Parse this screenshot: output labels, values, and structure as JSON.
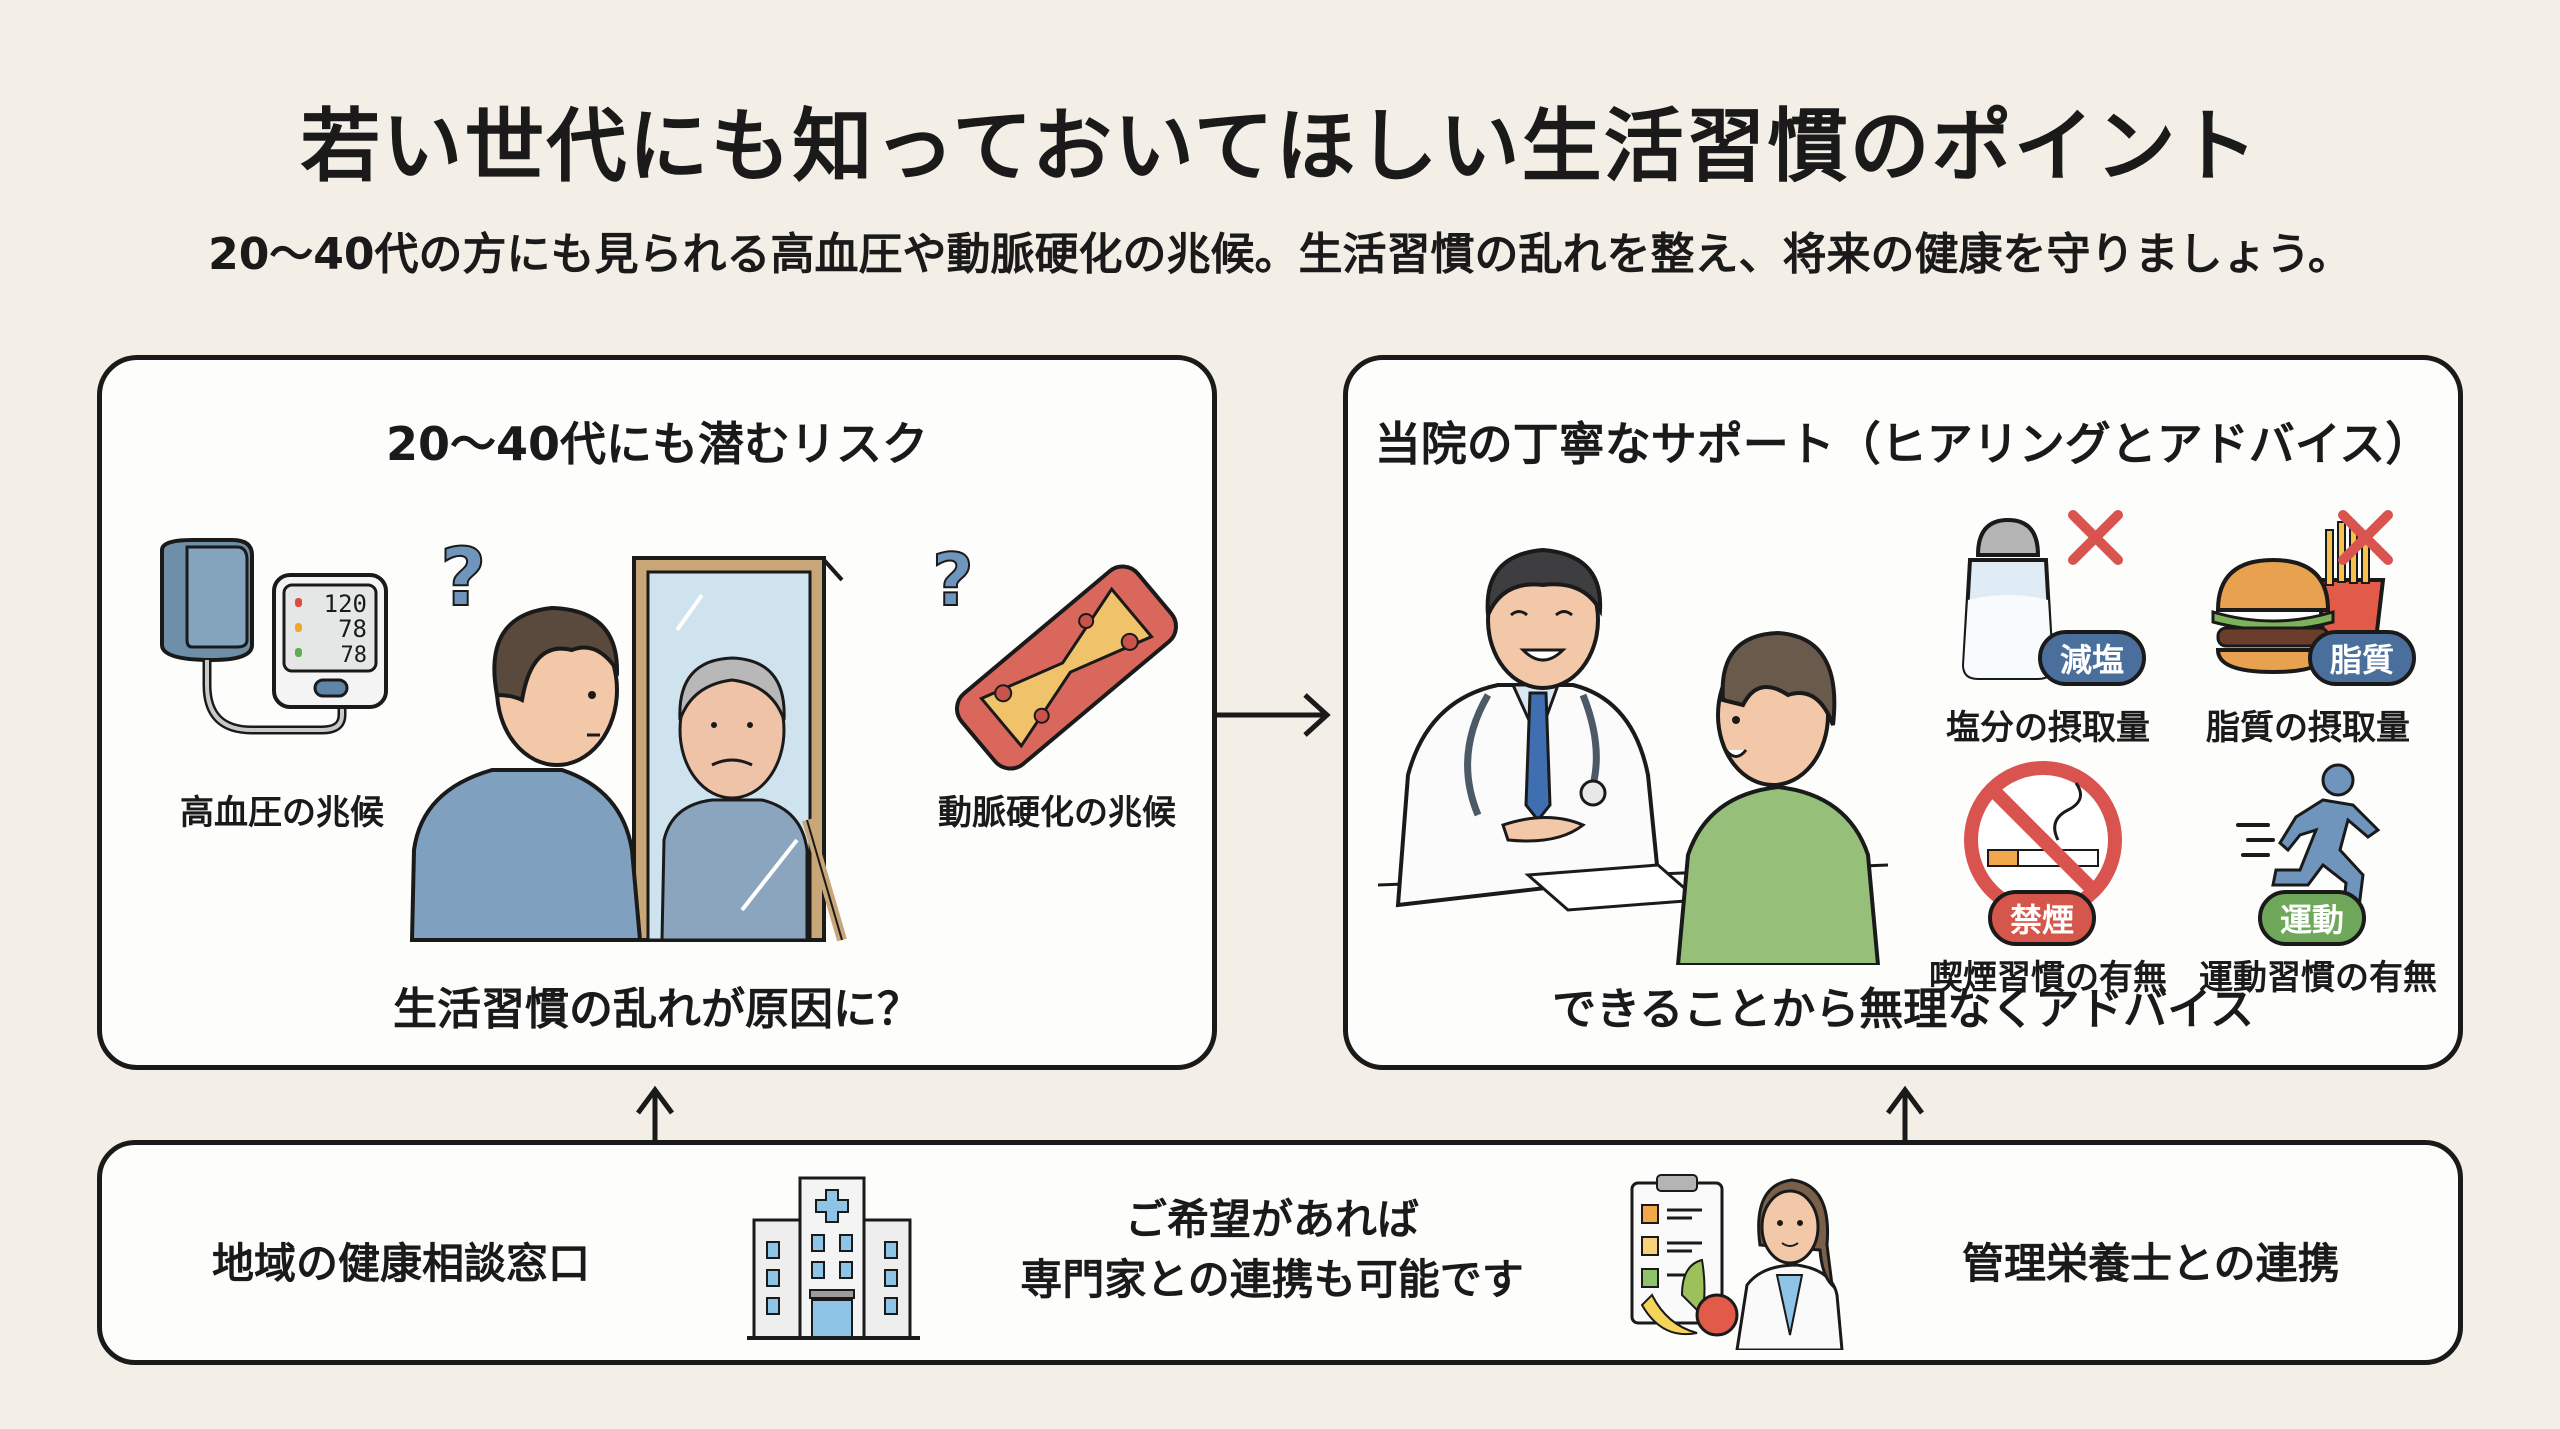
{
  "header": {
    "title": "若い世代にも知っておいてほしい生活習慣のポイント",
    "subtitle": "20〜40代の方にも見られる高血圧や動脈硬化の兆候。生活習慣の乱れを整え、将来の健康を守りましょう。"
  },
  "risk_panel": {
    "title": "20〜40代にも潜むリスク",
    "left_caption": "高血圧の兆候",
    "right_caption": "動脈硬化の兆候",
    "footer": "生活習慣の乱れが原因に？",
    "monitor_readings": [
      "120",
      "78",
      "78"
    ],
    "question_mark": "?"
  },
  "support_panel": {
    "title": "当院の丁寧なサポート（ヒアリングとアドバイス）",
    "footer": "できることから無理なくアドバイス",
    "items": [
      {
        "badge": "減塩",
        "label": "塩分の摂取量",
        "badge_color": "#4a6f9c"
      },
      {
        "badge": "脂質",
        "label": "脂質の摂取量",
        "badge_color": "#4a6f9c"
      },
      {
        "badge": "禁煙",
        "label": "喫煙習慣の有無",
        "badge_color": "#d5574b"
      },
      {
        "badge": "運動",
        "label": "運動習慣の有無",
        "badge_color": "#6fa85b"
      }
    ]
  },
  "cooperation_panel": {
    "left_label": "地域の健康相談窓口",
    "center_line1": "ご希望があれば",
    "center_line2": "専門家との連携も可能です",
    "right_label": "管理栄養士との連携"
  },
  "colors": {
    "background": "#f3efe6",
    "panel": "#fdfdfb",
    "outline": "#1a1a1a",
    "blue_shirt": "#7fa0bf",
    "green_shirt": "#96c07a",
    "artery_red": "#d9675c",
    "plaque_yellow": "#f0c36a",
    "cross_red": "#d9534f"
  }
}
